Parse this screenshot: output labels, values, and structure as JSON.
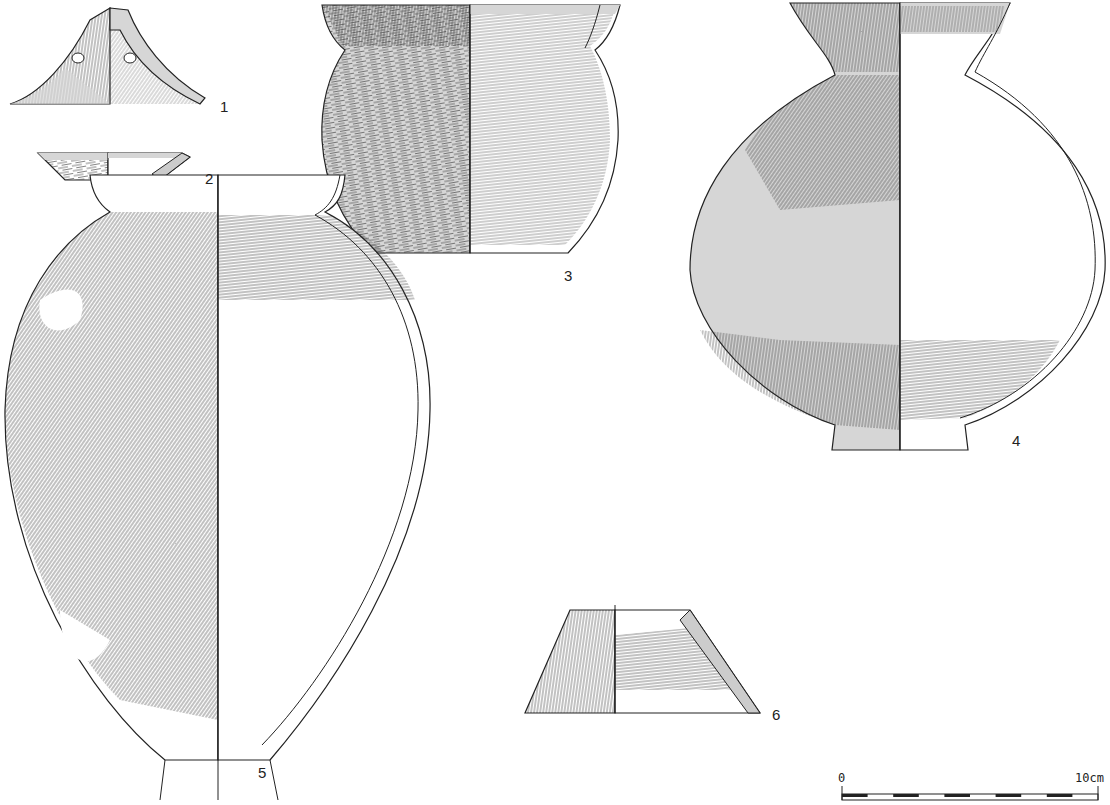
{
  "diagram": {
    "labels": [
      "1",
      "2",
      "3",
      "4",
      "5",
      "6",
      "0",
      "10cm"
    ]
  }
}
